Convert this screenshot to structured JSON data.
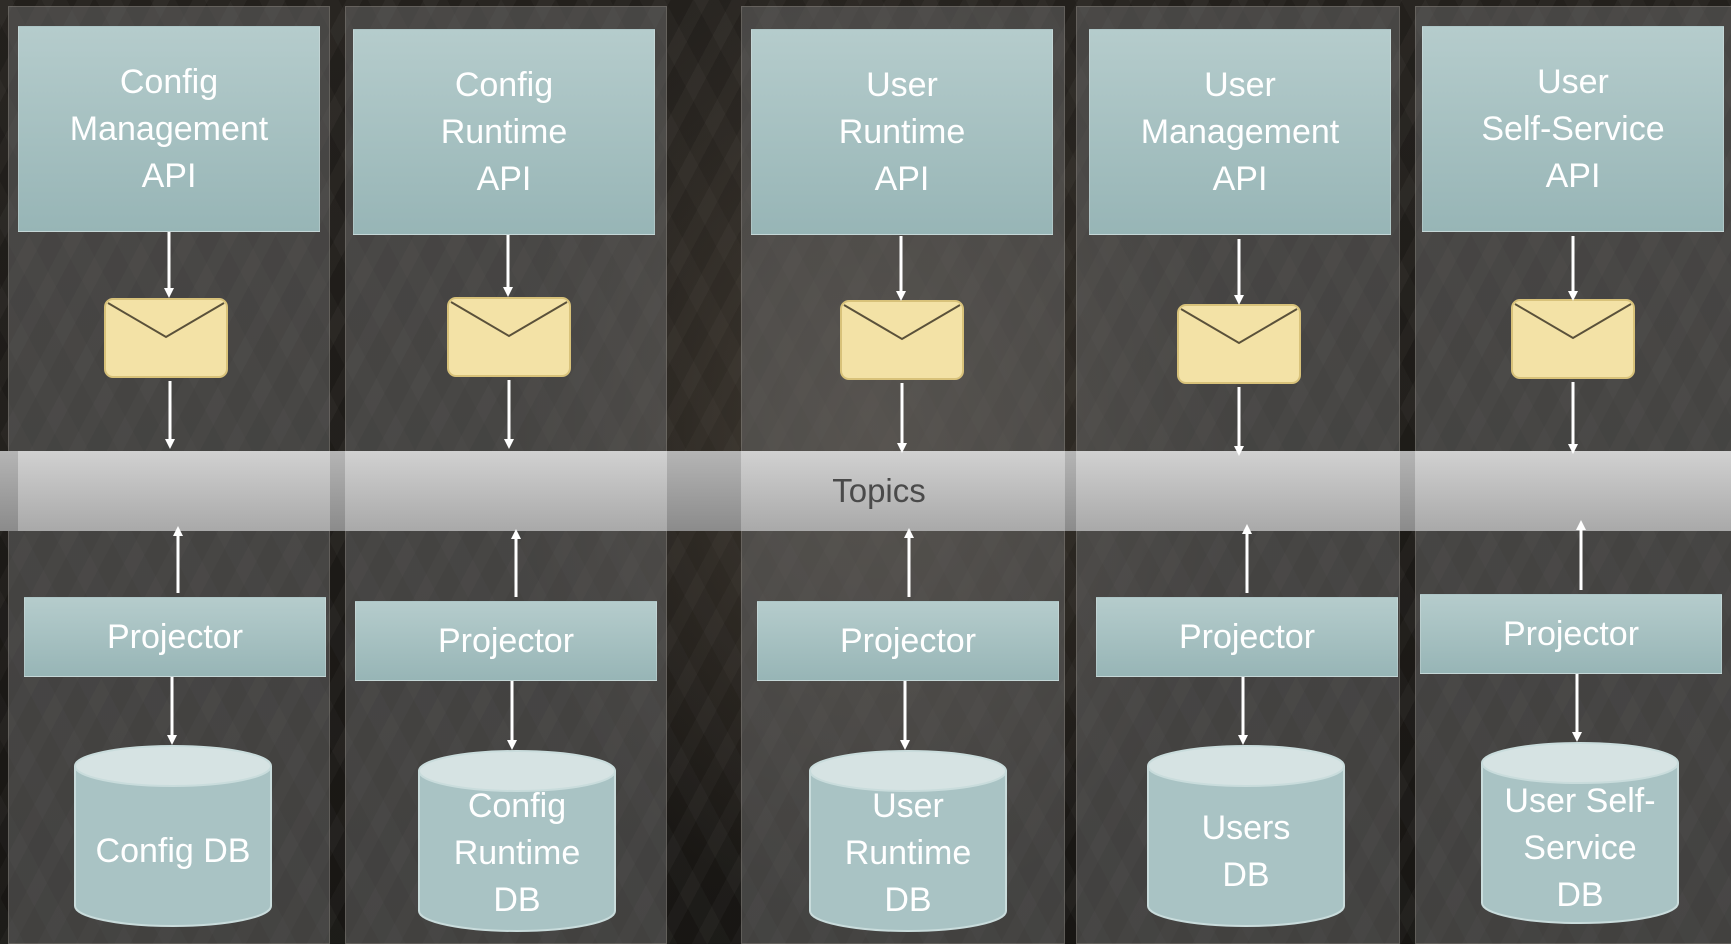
{
  "topics": {
    "label": "Topics"
  },
  "columns": [
    {
      "api": "Config\nManagement\nAPI",
      "projector": "Projector",
      "db": "Config DB"
    },
    {
      "api": "Config\nRuntime\nAPI",
      "projector": "Projector",
      "db": "Config\nRuntime\nDB"
    },
    {
      "api": "User\nRuntime\nAPI",
      "projector": "Projector",
      "db": "User\nRuntime\nDB"
    },
    {
      "api": "User\nManagement\nAPI",
      "projector": "Projector",
      "db": "Users\nDB"
    },
    {
      "api": "User\nSelf-Service\nAPI",
      "projector": "Projector",
      "db": "User Self-\nService\nDB"
    }
  ],
  "icons": {
    "message": "envelope-icon",
    "database": "database-cylinder-icon"
  },
  "colors": {
    "box_fill": "#a9c3c4",
    "envelope_fill": "#f3e2a6",
    "topics_band": "#b5b5b5",
    "text": "#ffffff"
  }
}
